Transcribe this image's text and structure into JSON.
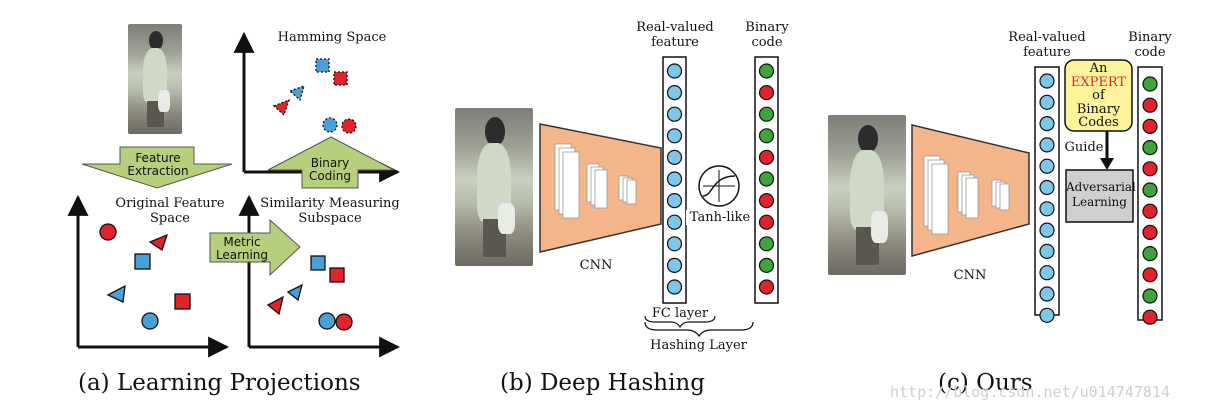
{
  "panel_a": {
    "hamming_space": "Hamming Space",
    "original_space": "Original Feature\nSpace",
    "similarity_space": "Similarity Measuring\nSubspace",
    "feature_extraction": [
      "Feature",
      "Extraction"
    ],
    "binary_coding": [
      "Binary",
      "Coding"
    ],
    "metric_learning": [
      "Metric",
      "Learning"
    ],
    "caption": "(a) Learning Projections"
  },
  "panel_b": {
    "real_valued": "Real-valued\nfeature",
    "binary_code": "Binary\ncode",
    "cnn": "CNN",
    "tanh": "Tanh-like",
    "fc_layer": "FC layer",
    "hashing_layer": "Hashing Layer",
    "caption": "(b) Deep Hashing",
    "binary_colors": [
      "green",
      "red",
      "green",
      "green",
      "red",
      "green",
      "red",
      "red",
      "green",
      "green",
      "red"
    ]
  },
  "panel_c": {
    "real_valued": "Real-valued\nfeature",
    "binary_code": "Binary\ncode",
    "cnn": "CNN",
    "expert_line1": "An",
    "expert_highlight": "EXPERT",
    "expert_rest": "of\nBinary\nCodes",
    "guide": "Guide",
    "adversarial": "Adversarial\nLearning",
    "caption": "(c) Ours",
    "binary_colors": [
      "green",
      "red",
      "red",
      "green",
      "red",
      "green",
      "red",
      "red",
      "green",
      "red",
      "green",
      "red"
    ]
  },
  "watermark": "http://blog.csdn.net/u014747814",
  "colors": {
    "blue": "#4a9fd8",
    "red": "#e0242b",
    "green": "#3da53a",
    "node_fill": "#7ec6ea",
    "arrow_fill": "#b6cf7c",
    "cnn_fill": "#f4b58b",
    "expert_fill": "#fdf39a",
    "adversarial_fill": "#cfcfcf"
  }
}
